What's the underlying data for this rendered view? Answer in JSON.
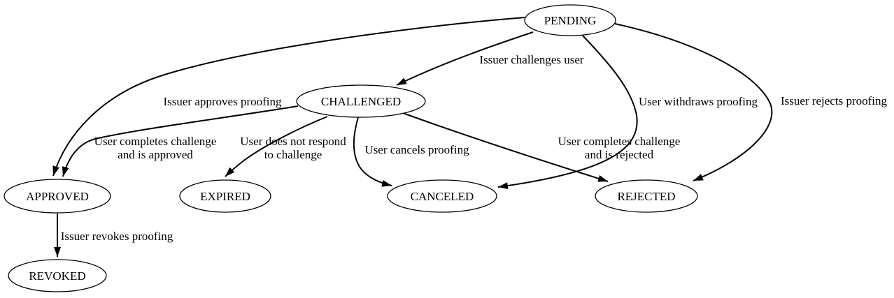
{
  "diagram": {
    "type": "state-machine-graph",
    "colors": {
      "background": "#ffffff",
      "stroke": "#000000",
      "node_fill": "#ffffff",
      "text": "#000000"
    },
    "nodes": {
      "pending": {
        "label": "PENDING"
      },
      "challenged": {
        "label": "CHALLENGED"
      },
      "approved": {
        "label": "APPROVED"
      },
      "expired": {
        "label": "EXPIRED"
      },
      "canceled": {
        "label": "CANCELED"
      },
      "rejected": {
        "label": "REJECTED"
      },
      "revoked": {
        "label": "REVOKED"
      }
    },
    "edges": {
      "pending_to_challenged": {
        "from": "PENDING",
        "to": "CHALLENGED",
        "label": "Issuer challenges user"
      },
      "pending_to_approved": {
        "from": "PENDING",
        "to": "APPROVED",
        "label": "Issuer approves proofing"
      },
      "pending_to_canceled": {
        "from": "PENDING",
        "to": "CANCELED",
        "label": "User withdraws proofing"
      },
      "pending_to_rejected": {
        "from": "PENDING",
        "to": "REJECTED",
        "label": "Issuer rejects proofing"
      },
      "challenged_to_approved": {
        "from": "CHALLENGED",
        "to": "APPROVED",
        "label_lines": [
          "User completes challenge",
          "and is approved"
        ]
      },
      "challenged_to_expired": {
        "from": "CHALLENGED",
        "to": "EXPIRED",
        "label_lines": [
          "User does not respond",
          "to challenge"
        ]
      },
      "challenged_to_canceled": {
        "from": "CHALLENGED",
        "to": "CANCELED",
        "label": "User cancels proofing"
      },
      "challenged_to_rejected": {
        "from": "CHALLENGED",
        "to": "REJECTED",
        "label_lines": [
          "User completes challenge",
          "and is rejected"
        ]
      },
      "approved_to_revoked": {
        "from": "APPROVED",
        "to": "REVOKED",
        "label": "Issuer revokes proofing"
      }
    }
  }
}
